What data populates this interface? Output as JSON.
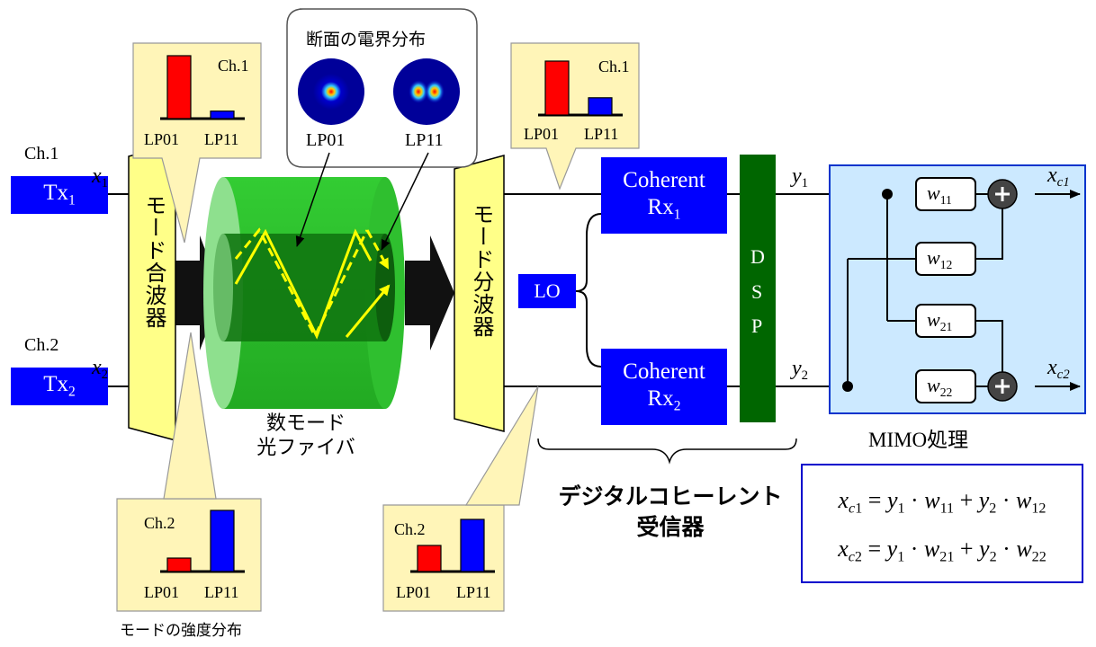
{
  "transmitters": [
    {
      "channel": "Ch.1",
      "label": "Tx",
      "sub": "1",
      "var": "x",
      "var_sub": "1"
    },
    {
      "channel": "Ch.2",
      "label": "Tx",
      "sub": "2",
      "var": "x",
      "var_sub": "2"
    }
  ],
  "mux_label": "モード合波器",
  "demux_label": "モード分波器",
  "fiber_label_line1": "数モード",
  "fiber_label_line2": "光ファイバ",
  "field_callout": {
    "title": "断面の電界分布",
    "mode1": "LP01",
    "mode2": "LP11"
  },
  "mode_bars": [
    {
      "channel": "Ch.1",
      "cat1": "LP01",
      "cat2": "LP11",
      "lp01": 1.0,
      "lp11": 0.12
    },
    {
      "channel": "Ch.2",
      "cat1": "LP01",
      "cat2": "LP11",
      "lp01": 0.22,
      "lp11": 1.0
    },
    {
      "channel": "Ch.1",
      "cat1": "LP01",
      "cat2": "LP11",
      "lp01": 1.0,
      "lp11": 0.32
    },
    {
      "channel": "Ch.2",
      "cat1": "LP01",
      "cat2": "LP11",
      "lp01": 0.5,
      "lp11": 1.0
    }
  ],
  "intensity_caption": "モードの強度分布",
  "lo_label": "LO",
  "receivers": [
    {
      "line1": "Coherent",
      "label": "Rx",
      "sub": "1"
    },
    {
      "line1": "Coherent",
      "label": "Rx",
      "sub": "2"
    }
  ],
  "dsp_letters": [
    "D",
    "S",
    "P"
  ],
  "outputs_y": [
    {
      "var": "y",
      "sub": "1"
    },
    {
      "var": "y",
      "sub": "2"
    }
  ],
  "weights": [
    {
      "var": "w",
      "sub": "11"
    },
    {
      "var": "w",
      "sub": "12"
    },
    {
      "var": "w",
      "sub": "21"
    },
    {
      "var": "w",
      "sub": "22"
    }
  ],
  "outputs_x": [
    {
      "var": "x",
      "sub": "c1"
    },
    {
      "var": "x",
      "sub": "c2"
    }
  ],
  "mimo_label": "MIMO処理",
  "receiver_caption_line1": "デジタルコヒーレント",
  "receiver_caption_line2": "受信器",
  "formulas": [
    "x_c1 = y_1 · w_11 + y_2 · w_12",
    "x_c2 = y_1 · w_21 + y_2 · w_22"
  ],
  "colors": {
    "tx_blue": "#0000ff",
    "callout_fill": "#fff5b8",
    "mux_fill": "#ffff88",
    "fiber_green": "#33cc33",
    "dsp_green": "#006600",
    "mimo_fill": "#cce9ff",
    "lp01_red": "#ff0000",
    "lp11_blue": "#0000ff"
  }
}
